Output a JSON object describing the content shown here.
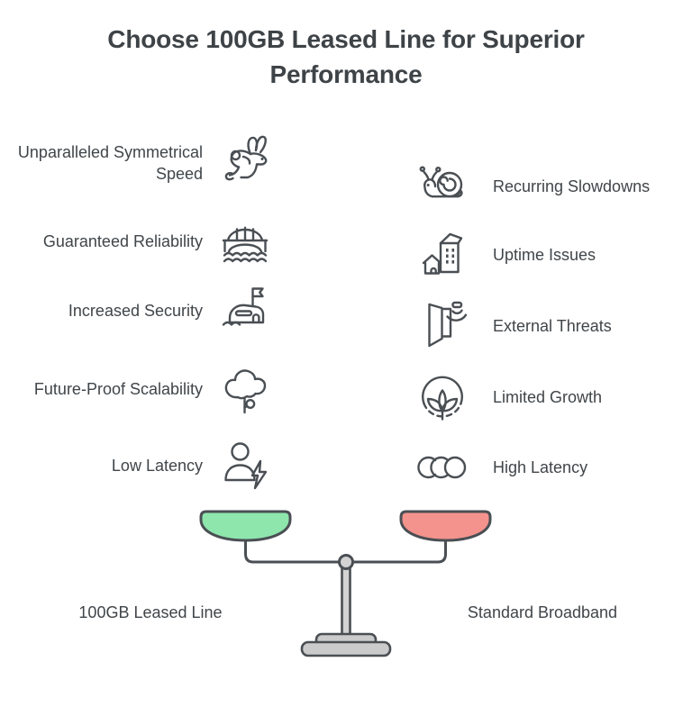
{
  "title": "Choose 100GB Leased Line for Superior Performance",
  "left": {
    "scale_label": "100GB Leased Line",
    "pan_color": "#8ee6ad",
    "items": [
      {
        "label": "Unparalleled Symmetrical Speed",
        "icon": "rabbit-icon"
      },
      {
        "label": "Guaranteed Reliability",
        "icon": "bridge-icon"
      },
      {
        "label": "Increased Security",
        "icon": "fort-flag-icon"
      },
      {
        "label": "Future-Proof Scalability",
        "icon": "cloud-tree-icon"
      },
      {
        "label": "Low Latency",
        "icon": "person-lightning-icon"
      }
    ]
  },
  "right": {
    "scale_label": "Standard Broadband",
    "pan_color": "#f4938d",
    "items": [
      {
        "label": "Recurring Slowdowns",
        "icon": "snail-icon"
      },
      {
        "label": "Uptime Issues",
        "icon": "buildings-icon"
      },
      {
        "label": "External Threats",
        "icon": "door-signal-icon"
      },
      {
        "label": "Limited Growth",
        "icon": "plant-circle-icon"
      },
      {
        "label": "High Latency",
        "icon": "three-circles-icon"
      }
    ]
  },
  "colors": {
    "title_text": "#3e4347",
    "label_text": "#404549",
    "icon_stroke": "#4a4f54",
    "pan_green": "#8ee6ad",
    "pan_red": "#f4938d",
    "stand_gray": "#d3d3d3",
    "background": "#ffffff"
  }
}
